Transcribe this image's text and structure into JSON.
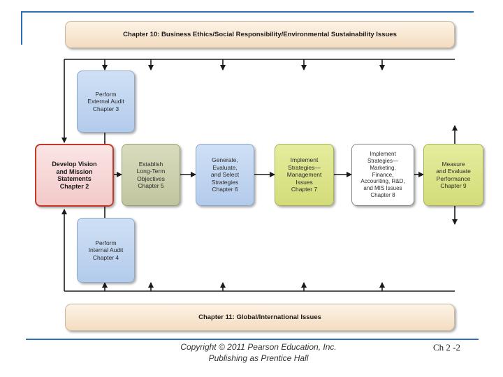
{
  "top_banner": "Chapter 10: Business Ethics/Social Responsibility/Environmental Sustainability Issues",
  "bottom_banner": "Chapter 11: Global/International Issues",
  "boxes": {
    "external_audit": [
      "Perform",
      "External Audit",
      "Chapter 3"
    ],
    "internal_audit": [
      "Perform",
      "Internal Audit",
      "Chapter 4"
    ],
    "vision_mission": [
      "Develop Vision",
      "and Mission",
      "Statements",
      "Chapter 2"
    ],
    "long_term": [
      "Establish",
      "Long-Term",
      "Objectives",
      "Chapter 5"
    ],
    "generate": [
      "Generate,",
      "Evaluate,",
      "and Select",
      "Strategies",
      "Chapter 6"
    ],
    "implement_mgmt": [
      "Implement",
      "Strategies—",
      "Management",
      "Issues",
      "Chapter 7"
    ],
    "implement_mkt": [
      "Implement",
      "Strategies—",
      "Marketing,",
      "Finance,",
      "Accounting, R&D,",
      "and MIS Issues",
      "Chapter 8"
    ],
    "measure": [
      "Measure",
      "and Evaluate",
      "Performance",
      "Chapter 9"
    ]
  },
  "footer": {
    "copyright_line1": "Copyright © 2011 Pearson Education, Inc.",
    "copyright_line2": "Publishing as Prentice Hall",
    "slide_number": "Ch 2 -2"
  },
  "colors": {
    "accent_blue": "#2e6fb5",
    "highlight_red": "#c0392b"
  }
}
